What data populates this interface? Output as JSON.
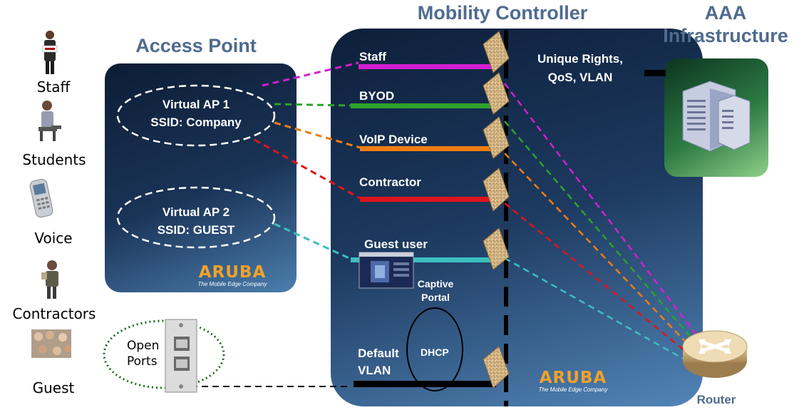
{
  "users": [
    {
      "label": "Staff"
    },
    {
      "label": "Students"
    },
    {
      "label": "Voice"
    },
    {
      "label": "Contractors"
    },
    {
      "label": "Guest"
    }
  ],
  "access_point": {
    "title": "Access Point",
    "vap1": {
      "line1": "Virtual AP 1",
      "line2": "SSID: Company"
    },
    "vap2": {
      "line1": "Virtual AP 2",
      "line2": "SSID: GUEST"
    },
    "logo": {
      "brand": "ARUBA",
      "tagline": "The Mobile Edge Company"
    }
  },
  "mobility_controller": {
    "title": "Mobility Controller",
    "roles": [
      {
        "label": "Staff",
        "color": "#d21fd2"
      },
      {
        "label": "BYOD",
        "color": "#2fa12c"
      },
      {
        "label": "VoIP Device",
        "color": "#f07d14"
      },
      {
        "label": "Contractor",
        "color": "#e0141c"
      },
      {
        "label": "Guest user",
        "color": "#3cbfbf"
      }
    ],
    "default_vlan": {
      "line1": "Default",
      "line2": "VLAN"
    },
    "captive_portal": {
      "line1": "Captive",
      "line2": "Portal"
    },
    "dhcp": "DHCP",
    "rights": {
      "line1": "Unique Rights,",
      "line2": "QoS, VLAN"
    },
    "logo": {
      "brand": "ARUBA",
      "tagline": "The Mobile Edge Company"
    }
  },
  "aaa": {
    "title_line1": "AAA",
    "title_line2": "Infrastructure"
  },
  "open_ports": {
    "line1": "Open",
    "line2": "Ports"
  },
  "router": {
    "label": "Router"
  }
}
